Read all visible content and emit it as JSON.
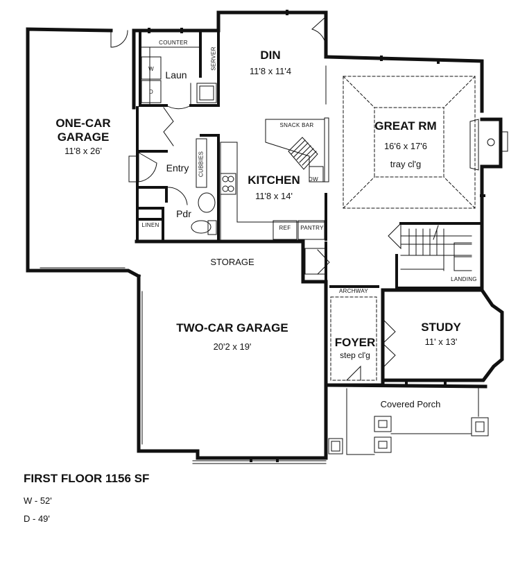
{
  "plan": {
    "title": "FIRST FLOOR 1156 SF",
    "width_note": "W - 52'",
    "depth_note": "D - 49'",
    "rooms": {
      "one_car_garage": {
        "name": "ONE-CAR GARAGE",
        "name_line1": "ONE-CAR",
        "name_line2": "GARAGE",
        "dims": "11'8 x 26'"
      },
      "dining": {
        "name": "DIN",
        "dims": "11'8 x 11'4"
      },
      "great_room": {
        "name": "GREAT RM",
        "dims": "16'6 x 17'6",
        "note": "tray cl'g"
      },
      "kitchen": {
        "name": "KITCHEN",
        "dims": "11'8 x 14'"
      },
      "laundry": {
        "name": "Laun"
      },
      "entry": {
        "name": "Entry"
      },
      "powder": {
        "name": "Pdr"
      },
      "two_car_garage": {
        "name": "TWO-CAR GARAGE",
        "dims": "20'2 x 19'"
      },
      "foyer": {
        "name": "FOYER",
        "note": "step cl'g"
      },
      "study": {
        "name": "STUDY",
        "dims": "11' x 13'"
      },
      "porch": {
        "name": "Covered Porch"
      }
    },
    "fixtures": {
      "counter": "COUNTER",
      "server": "SERVER",
      "washer": "W",
      "dryer": "D",
      "cubbies": "CUBBIES",
      "linen": "LINEN",
      "snack_bar": "SNACK BAR",
      "dishwasher": "DW",
      "refrigerator": "REF",
      "pantry": "PANTRY",
      "storage": "STORAGE",
      "archway": "ARCHWAY",
      "landing": "LANDING"
    }
  }
}
